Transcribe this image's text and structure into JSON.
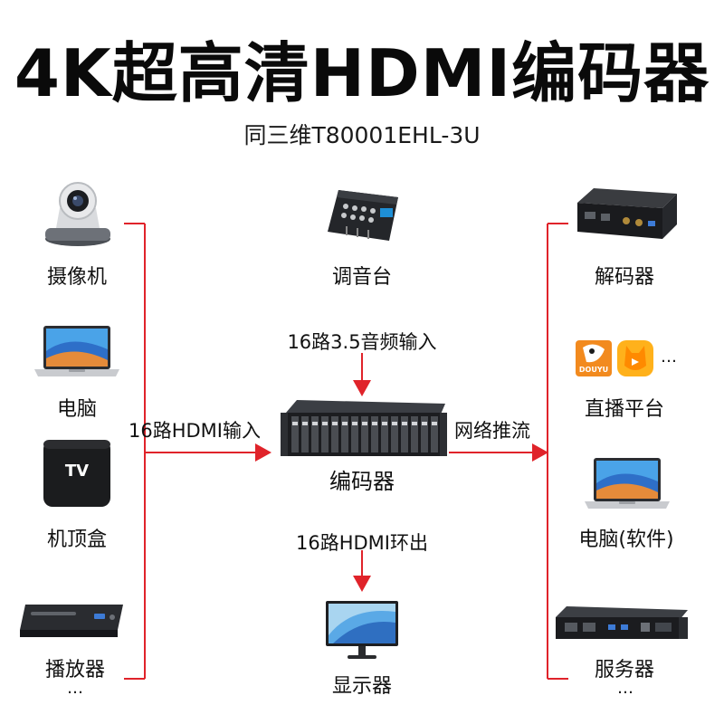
{
  "header": {
    "title": "4K超高清HDMI编码器",
    "subtitle": "同三维T80001EHL-3U"
  },
  "inputs": [
    {
      "label": "摄像机",
      "icon": "ptz-camera-icon"
    },
    {
      "label": "电脑",
      "icon": "laptop-icon"
    },
    {
      "label": "机顶盒",
      "icon": "tv-box-icon"
    },
    {
      "label": "播放器",
      "icon": "dvd-player-icon"
    }
  ],
  "inputs_more": "…",
  "outputs": [
    {
      "label": "解码器",
      "icon": "decoder-box-icon"
    },
    {
      "label": "直播平台",
      "icon": "live-platform-icon"
    },
    {
      "label": "电脑(软件)",
      "icon": "laptop-icon"
    },
    {
      "label": "服务器",
      "icon": "rack-server-icon"
    }
  ],
  "outputs_more": "…",
  "platform_more": "…",
  "center": {
    "mixer_label": "调音台",
    "audio_input_label": "16路3.5音频输入",
    "encoder_label": "编码器",
    "hdmi_input_label": "16路HDMI输入",
    "stream_label": "网络推流",
    "loop_out_label": "16路HDMI环出",
    "monitor_label": "显示器",
    "tv_box_text": "TV",
    "platform_logo_text": "DOUYU"
  },
  "colors": {
    "arrow": "#e0232a",
    "device_dark": "#1d1f22",
    "screen_blue": "#3a7bd5"
  }
}
